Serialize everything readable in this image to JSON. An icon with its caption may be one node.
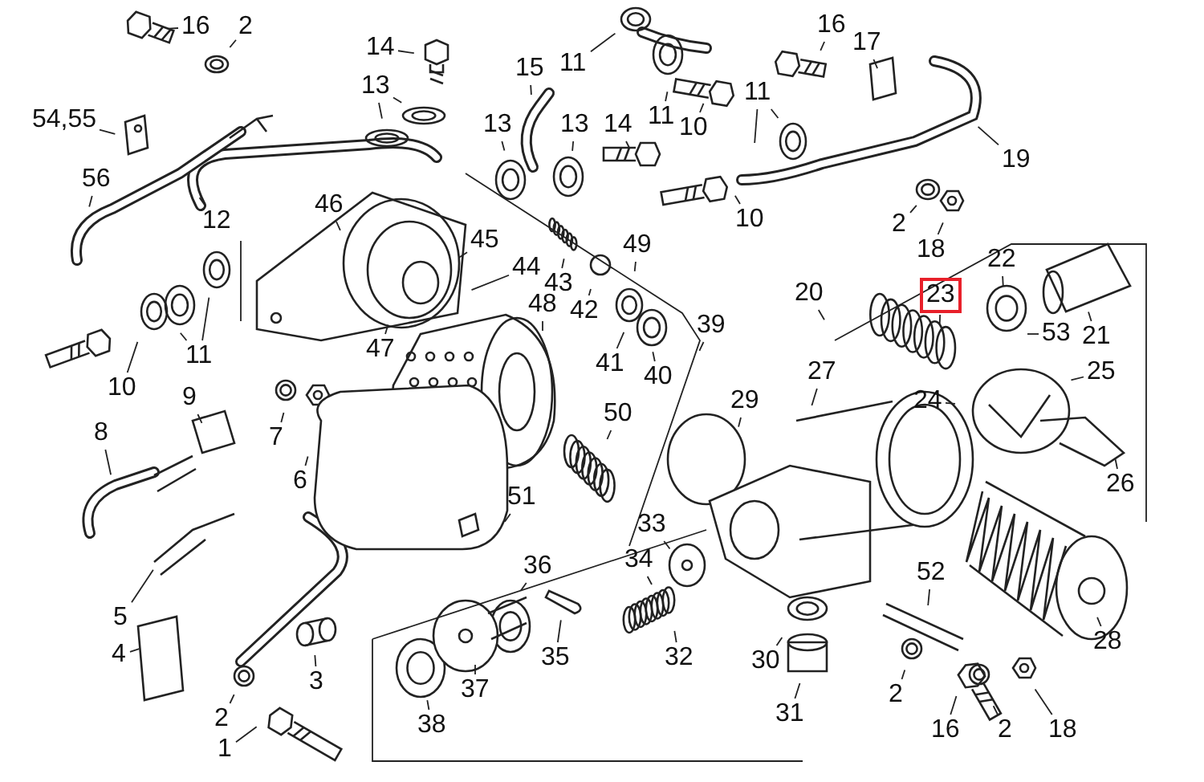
{
  "diagram": {
    "nodes": [
      {
        "text": [
          "16"
        ]
      },
      {
        "text": [
          "2"
        ]
      },
      {
        "text": [
          "54,55"
        ]
      },
      {
        "text": [
          "14"
        ]
      },
      {
        "text": [
          "13"
        ]
      },
      {
        "text": [
          "56"
        ]
      },
      {
        "text": [
          "12"
        ]
      },
      {
        "text": [
          "46"
        ]
      },
      {
        "text": [
          "11"
        ]
      },
      {
        "text": [
          "10"
        ]
      },
      {
        "text": [
          "15"
        ]
      },
      {
        "text": [
          "11"
        ]
      },
      {
        "text": [
          "13"
        ]
      },
      {
        "text": [
          "13"
        ]
      },
      {
        "text": [
          "14"
        ]
      },
      {
        "text": [
          "11"
        ]
      },
      {
        "text": [
          "10"
        ]
      },
      {
        "text": [
          "11"
        ]
      },
      {
        "text": [
          "10"
        ]
      },
      {
        "text": [
          "16"
        ]
      },
      {
        "text": [
          "17"
        ]
      },
      {
        "text": [
          "19"
        ]
      },
      {
        "text": [
          "2"
        ]
      },
      {
        "text": [
          "18"
        ]
      },
      {
        "text": [
          "45"
        ]
      },
      {
        "text": [
          "44"
        ]
      },
      {
        "text": [
          "43"
        ]
      },
      {
        "text": [
          "49"
        ]
      },
      {
        "text": [
          "42"
        ]
      },
      {
        "text": [
          "41"
        ]
      },
      {
        "text": [
          "40"
        ]
      },
      {
        "text": [
          "48"
        ]
      },
      {
        "text": [
          "39"
        ]
      },
      {
        "text": [
          "20"
        ]
      },
      {
        "text": [
          "23"
        ]
      },
      {
        "text": [
          "22"
        ]
      },
      {
        "text": [
          "21"
        ]
      },
      {
        "text": [
          "53"
        ]
      },
      {
        "text": [
          "25"
        ]
      },
      {
        "text": [
          "24"
        ]
      },
      {
        "text": [
          "26"
        ]
      },
      {
        "text": [
          "27"
        ]
      },
      {
        "text": [
          "29"
        ]
      },
      {
        "text": [
          "50"
        ]
      },
      {
        "text": [
          "51"
        ]
      },
      {
        "text": [
          "28"
        ]
      },
      {
        "text": [
          "52"
        ]
      },
      {
        "text": [
          "33"
        ]
      },
      {
        "text": [
          "34"
        ]
      },
      {
        "text": [
          "36"
        ]
      },
      {
        "text": [
          "35"
        ]
      },
      {
        "text": [
          "32"
        ]
      },
      {
        "text": [
          "37"
        ]
      },
      {
        "text": [
          "38"
        ]
      },
      {
        "text": [
          "30"
        ]
      },
      {
        "text": [
          "31"
        ]
      },
      {
        "text": [
          "2"
        ]
      },
      {
        "text": [
          "16"
        ]
      },
      {
        "text": [
          "2"
        ]
      },
      {
        "text": [
          "18"
        ]
      },
      {
        "text": [
          "9"
        ]
      },
      {
        "text": [
          "8"
        ]
      },
      {
        "text": [
          "7"
        ]
      },
      {
        "text": [
          "6"
        ]
      },
      {
        "text": [
          "5"
        ]
      },
      {
        "text": [
          "4"
        ]
      },
      {
        "text": [
          "3"
        ]
      },
      {
        "text": [
          "2"
        ]
      },
      {
        "text": [
          "1"
        ]
      },
      {
        "text": [
          "47"
        ]
      }
    ],
    "edges": [
      {
        "from": 0,
        "to": null,
        "arrow": "none"
      },
      {
        "from": 1,
        "to": null,
        "arrow": "none"
      },
      {
        "from": 2,
        "to": null,
        "arrow": "none"
      },
      {
        "from": 3,
        "to": null,
        "arrow": "none"
      },
      {
        "from": 4,
        "to": null,
        "arrow": "none"
      },
      {
        "from": 4,
        "to": null,
        "arrow": "none"
      },
      {
        "from": 5,
        "to": null,
        "arrow": "none"
      },
      {
        "from": 6,
        "to": null,
        "arrow": "none"
      },
      {
        "from": 7,
        "to": null,
        "arrow": "none"
      },
      {
        "from": 8,
        "to": null,
        "arrow": "none"
      },
      {
        "from": 8,
        "to": null,
        "arrow": "none"
      },
      {
        "from": 9,
        "to": null,
        "arrow": "none"
      },
      {
        "from": 10,
        "to": null,
        "arrow": "none"
      },
      {
        "from": 11,
        "to": null,
        "arrow": "none"
      },
      {
        "from": 12,
        "to": null,
        "arrow": "none"
      },
      {
        "from": 13,
        "to": null,
        "arrow": "none"
      },
      {
        "from": 14,
        "to": null,
        "arrow": "none"
      },
      {
        "from": 15,
        "to": null,
        "arrow": "none"
      },
      {
        "from": 16,
        "to": null,
        "arrow": "none"
      },
      {
        "from": 17,
        "to": null,
        "arrow": "none"
      },
      {
        "from": 17,
        "to": null,
        "arrow": "none"
      },
      {
        "from": 18,
        "to": null,
        "arrow": "none"
      },
      {
        "from": 19,
        "to": null,
        "arrow": "none"
      },
      {
        "from": 20,
        "to": null,
        "arrow": "none"
      },
      {
        "from": 21,
        "to": null,
        "arrow": "none"
      },
      {
        "from": 22,
        "to": null,
        "arrow": "none"
      },
      {
        "from": 23,
        "to": null,
        "arrow": "none"
      },
      {
        "from": 24,
        "to": null,
        "arrow": "none"
      },
      {
        "from": 25,
        "to": null,
        "arrow": "none"
      },
      {
        "from": 26,
        "to": null,
        "arrow": "none"
      },
      {
        "from": 27,
        "to": null,
        "arrow": "none"
      },
      {
        "from": 28,
        "to": null,
        "arrow": "none"
      },
      {
        "from": 29,
        "to": null,
        "arrow": "none"
      },
      {
        "from": 30,
        "to": null,
        "arrow": "none"
      },
      {
        "from": 31,
        "to": null,
        "arrow": "none"
      },
      {
        "from": 32,
        "to": null,
        "arrow": "none"
      },
      {
        "from": 33,
        "to": null,
        "arrow": "none"
      },
      {
        "from": 34,
        "to": null,
        "arrow": "none"
      },
      {
        "from": 35,
        "to": null,
        "arrow": "none"
      },
      {
        "from": 36,
        "to": null,
        "arrow": "none"
      },
      {
        "from": 37,
        "to": null,
        "arrow": "none"
      },
      {
        "from": 38,
        "to": null,
        "arrow": "none"
      },
      {
        "from": 39,
        "to": null,
        "arrow": "none"
      },
      {
        "from": 40,
        "to": null,
        "arrow": "none"
      },
      {
        "from": 41,
        "to": null,
        "arrow": "none"
      },
      {
        "from": 42,
        "to": null,
        "arrow": "none"
      },
      {
        "from": 43,
        "to": null,
        "arrow": "none"
      },
      {
        "from": 44,
        "to": null,
        "arrow": "none"
      },
      {
        "from": 45,
        "to": null,
        "arrow": "none"
      },
      {
        "from": 46,
        "to": null,
        "arrow": "none"
      },
      {
        "from": 47,
        "to": null,
        "arrow": "none"
      },
      {
        "from": 48,
        "to": null,
        "arrow": "none"
      },
      {
        "from": 49,
        "to": null,
        "arrow": "none"
      },
      {
        "from": 50,
        "to": null,
        "arrow": "none"
      },
      {
        "from": 51,
        "to": null,
        "arrow": "none"
      },
      {
        "from": 52,
        "to": null,
        "arrow": "none"
      },
      {
        "from": 53,
        "to": null,
        "arrow": "none"
      },
      {
        "from": 54,
        "to": null,
        "arrow": "none"
      },
      {
        "from": 55,
        "to": null,
        "arrow": "none"
      },
      {
        "from": 56,
        "to": null,
        "arrow": "none"
      },
      {
        "from": 57,
        "to": null,
        "arrow": "none"
      },
      {
        "from": 58,
        "to": null,
        "arrow": "none"
      },
      {
        "from": 59,
        "to": null,
        "arrow": "none"
      },
      {
        "from": 60,
        "to": null,
        "arrow": "none"
      },
      {
        "from": 61,
        "to": null,
        "arrow": "none"
      },
      {
        "from": 62,
        "to": null,
        "arrow": "none"
      },
      {
        "from": 63,
        "to": null,
        "arrow": "none"
      },
      {
        "from": 64,
        "to": null,
        "arrow": "none"
      },
      {
        "from": 65,
        "to": null,
        "arrow": "none"
      },
      {
        "from": 66,
        "to": null,
        "arrow": "none"
      },
      {
        "from": 67,
        "to": null,
        "arrow": "none"
      },
      {
        "from": 68,
        "to": null,
        "arrow": "none"
      },
      {
        "from": 69,
        "to": null,
        "arrow": "none"
      }
    ]
  }
}
